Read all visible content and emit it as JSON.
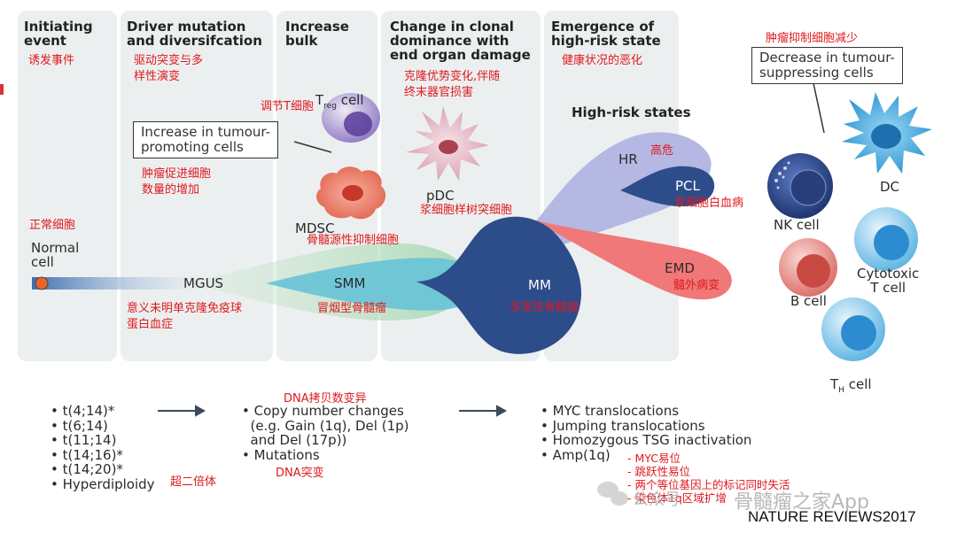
{
  "stages": [
    {
      "title": "Initiating\nevent",
      "cn": "诱发事件"
    },
    {
      "title": "Driver mutation\nand diversifcation",
      "cn": "驱动突变与多\n样性演变"
    },
    {
      "title": "Increase\nbulk",
      "cn": ""
    },
    {
      "title": "Change in clonal\ndominance with\nend organ damage",
      "cn": "克隆优势变化,伴随\n终末器官损害"
    },
    {
      "title": "Emergence of\nhigh-risk state",
      "cn": "健康状况的恶化"
    }
  ],
  "callouts": {
    "increase": "Increase in tumour-\npromoting cells",
    "increase_cn": "肿瘤促进细胞\n数量的增加",
    "decrease": "Decrease in tumour-\nsuppressing cells",
    "decrease_cn": "肿瘤抑制细胞减少"
  },
  "cells": {
    "treg": {
      "main": "T",
      "sub": "reg",
      "tail": " cell",
      "cn": "调节T细胞"
    },
    "mdsc": {
      "label": "MDSC",
      "cn": "骨髓源性抑制细胞"
    },
    "pdc": {
      "label": "pDC",
      "cn": "浆细胞样树突细胞"
    },
    "nk": {
      "label": "NK cell"
    },
    "dc": {
      "label": "DC"
    },
    "bcell": {
      "label": "B cell"
    },
    "cytotoxic": {
      "label": "Cytotoxic\nT cell"
    },
    "th": {
      "main": "T",
      "sub": "H",
      "tail": " cell"
    }
  },
  "progression": {
    "normal": "Normal\ncell",
    "normal_cn": "正常细胞",
    "mgus": "MGUS",
    "mgus_cn": "意义未明单克隆免疫球\n蛋白血症",
    "smm": "SMM",
    "smm_cn": "冒烟型骨髓瘤",
    "mm": "MM",
    "mm_cn": "多发性骨髓瘤",
    "highrisk_title": "High-risk states",
    "hr": "HR",
    "hr_cn": "高危",
    "pcl": "PCL",
    "pcl_cn": "浆细胞白血病",
    "emd": "EMD",
    "emd_cn": "髓外病变"
  },
  "lists": {
    "translocations": [
      "• t(4;14)*",
      "• t(6;14)",
      "• t(11;14)",
      "• t(14;16)*",
      "• t(14;20)*",
      "• Hyperdiploidy"
    ],
    "hyper_cn": "超二倍体",
    "cn_top": "DNA拷贝数变异",
    "copy": [
      "• Copy number changes",
      "  (e.g. Gain (1q), Del (1p)",
      "  and Del (17p))",
      "• Mutations"
    ],
    "mut_cn": "DNA突变",
    "highrisk": [
      "• MYC translocations",
      "• Jumping translocations",
      "• Homozygous TSG inactivation",
      "• Amp(1q)"
    ],
    "highrisk_cn": "- MYC易位\n- 跳跃性易位\n- 两个等位基因上的标记同时失活\n- 染色体1q区域扩增"
  },
  "footer": {
    "journal": "NATURE REVIEWS2017",
    "watermark": "骨髓瘤之家App",
    "wm_prefix": "公众号"
  },
  "colors": {
    "red_text": "#e0191c",
    "mm_blue": "#2d4c8a",
    "smm_teal": "#67c3d6",
    "mgus_green": "#a8d8b0",
    "hr_lilac": "#b4b8e2",
    "emd_red": "#f07878"
  }
}
